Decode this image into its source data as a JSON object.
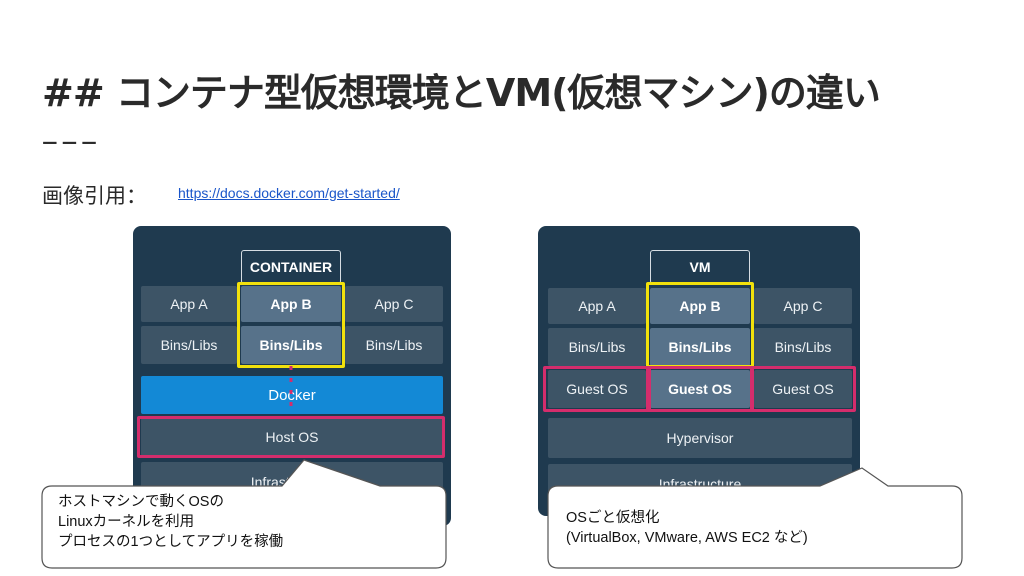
{
  "slide": {
    "title": "## コンテナ型仮想環境とVM(仮想マシン)の違い",
    "rule": "−−−",
    "source_label": "画像引用：",
    "source_link": "https://docs.docker.com/get-started/"
  },
  "container_diagram": {
    "header": "CONTAINER",
    "apps": [
      "App A",
      "App B",
      "App C"
    ],
    "bins": [
      "Bins/Libs",
      "Bins/Libs",
      "Bins/Libs"
    ],
    "docker": "Docker",
    "host_os": "Host OS",
    "infrastructure": "Infrastructure"
  },
  "vm_diagram": {
    "header": "VM",
    "apps": [
      "App A",
      "App B",
      "App C"
    ],
    "bins": [
      "Bins/Libs",
      "Bins/Libs",
      "Bins/Libs"
    ],
    "guest_os": [
      "Guest OS",
      "Guest OS",
      "Guest OS"
    ],
    "hypervisor": "Hypervisor",
    "infrastructure": "Infrastructure"
  },
  "callouts": {
    "container_note": [
      "ホストマシンで動くOSの",
      "Linuxカーネルを利用",
      "プロセスの1つとしてアプリを稼働"
    ],
    "vm_note": [
      "OSごと仮想化",
      "(VirtualBox, VMware, AWS EC2 など)"
    ]
  },
  "colors": {
    "panel": "#1f3a4f",
    "block": "#3d5466",
    "docker": "#1389d6",
    "highlight_yellow": "#f2e10c",
    "highlight_pink": "#d42d6c"
  }
}
